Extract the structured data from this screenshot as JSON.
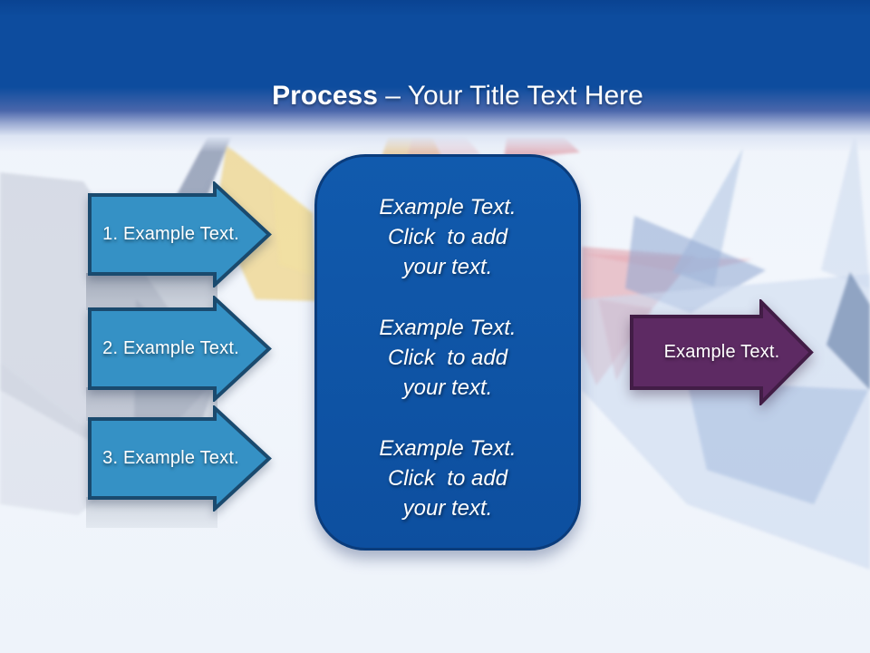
{
  "title": {
    "bold": "Process",
    "rest": " – Your Title Text Here"
  },
  "steps": [
    {
      "label": "1. Example Text."
    },
    {
      "label": "2. Example Text."
    },
    {
      "label": "3. Example Text."
    }
  ],
  "panel": {
    "paragraphs": [
      {
        "line1": "Example Text.",
        "line2": "Click  to add",
        "line3": "your text."
      },
      {
        "line1": "Example Text.",
        "line2": "Click  to add",
        "line3": "your text."
      },
      {
        "line1": "Example Text.",
        "line2": "Click  to add",
        "line3": "your text."
      }
    ]
  },
  "result_arrow": {
    "label": "Example Text."
  },
  "colors": {
    "header_blue": "#0d4c9e",
    "step_arrow_fill": "#3591c5",
    "step_arrow_border": "#1a4a6e",
    "panel_fill": "#0f54a6",
    "panel_border": "#0a3c7c",
    "result_arrow_fill": "#5d2a63",
    "result_arrow_border": "#421d46",
    "background": "#eff4fb",
    "title_text": "#ffffff"
  }
}
